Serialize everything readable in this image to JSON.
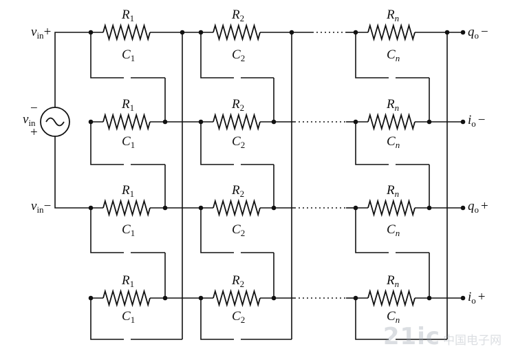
{
  "labels": {
    "vin_plus_top": {
      "main": "v",
      "sub": "in",
      "sign": "+"
    },
    "vin_minus_bottom": {
      "main": "v",
      "sub": "in",
      "sign": "−"
    },
    "source_label": {
      "main": "v",
      "sub": "in"
    },
    "source_minus": "−",
    "source_plus": "+",
    "output_q_minus": {
      "main": "q",
      "sub": "o",
      "sign": "−"
    },
    "output_i_minus": {
      "main": "i",
      "sub": "o",
      "sign": "−"
    },
    "output_q_plus": {
      "main": "q",
      "sub": "o",
      "sign": "+"
    },
    "output_i_plus": {
      "main": "i",
      "sub": "o",
      "sign": "+"
    }
  },
  "columns": [
    {
      "resistor": {
        "main": "R",
        "sub": "1"
      },
      "capacitor": {
        "main": "C",
        "sub": "1"
      }
    },
    {
      "resistor": {
        "main": "R",
        "sub": "2"
      },
      "capacitor": {
        "main": "C",
        "sub": "2"
      }
    },
    {
      "resistor": {
        "main": "R",
        "sub": "n"
      },
      "capacitor": {
        "main": "C",
        "sub": "n"
      }
    }
  ],
  "continuation": "……",
  "watermark": {
    "text": "21ic",
    "cn": "中国电子网"
  },
  "colors": {
    "wire": "#111111",
    "watermark": "#9aa3ad"
  }
}
